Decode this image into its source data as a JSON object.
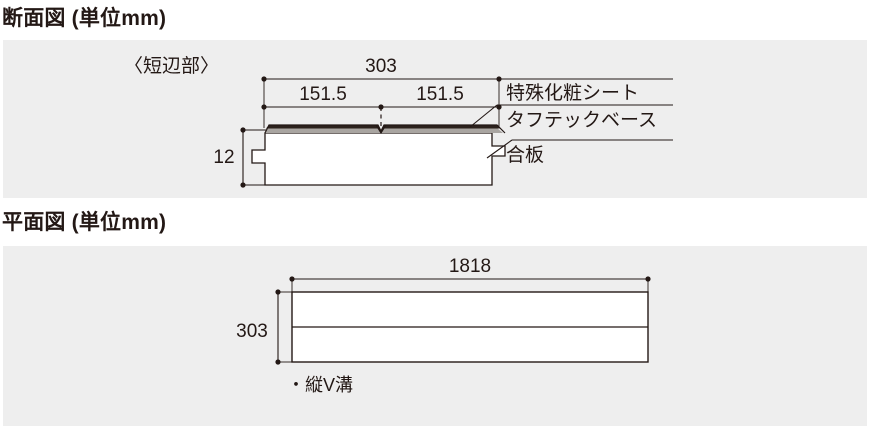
{
  "document": {
    "type": "technical-drawing",
    "product": "flooring-board"
  },
  "sections": [
    {
      "id": "cross-section",
      "title": "断面図 (単位mm)",
      "subtitle": "〈短辺部〉",
      "dimensions": {
        "overall_width": "303",
        "half_width_left": "151.5",
        "half_width_right": "151.5",
        "thickness": "12"
      },
      "layers": [
        {
          "id": "layer-sheet",
          "label": "特殊化粧シート"
        },
        {
          "id": "layer-base",
          "label": "タフテックベース"
        },
        {
          "id": "layer-ply",
          "label": "合板"
        }
      ]
    },
    {
      "id": "plan-view",
      "title": "平面図 (単位mm)",
      "dimensions": {
        "length": "1818",
        "width": "303"
      },
      "note": "・縦V溝"
    }
  ],
  "colors": {
    "panel_background": "#eeeeee",
    "page_background": "#ffffff",
    "line": "#231815",
    "text": "#231815",
    "sheet_layer": "#2b211c",
    "base_layer": "#8a8580",
    "plywood_fill": "#ffffff"
  }
}
